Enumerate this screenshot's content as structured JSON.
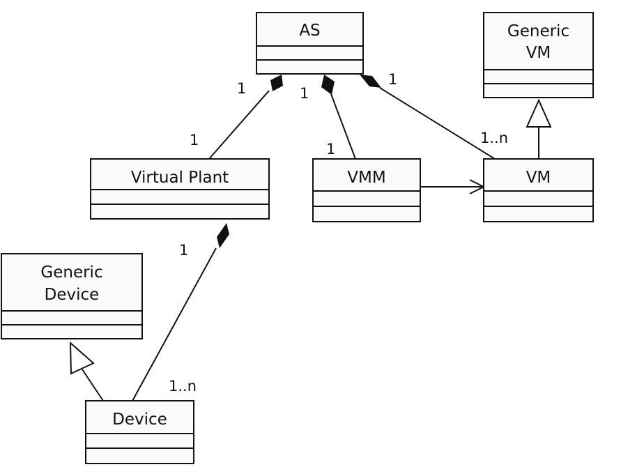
{
  "classes": {
    "as": {
      "name": [
        "AS"
      ]
    },
    "generic_vm": {
      "name": [
        "Generic",
        "VM"
      ]
    },
    "virtual_plant": {
      "name": [
        "Virtual Plant"
      ]
    },
    "vmm": {
      "name": [
        "VMM"
      ]
    },
    "vm": {
      "name": [
        "VM"
      ]
    },
    "generic_device": {
      "name": [
        "Generic",
        "Device"
      ]
    },
    "device": {
      "name": [
        "Device"
      ]
    }
  },
  "relations": {
    "as_virtual_plant": {
      "kind": "composition",
      "whole": "as",
      "part": "virtual_plant",
      "whole_mult": "1",
      "part_mult": "1"
    },
    "as_vmm": {
      "kind": "composition",
      "whole": "as",
      "part": "vmm",
      "whole_mult": "1",
      "part_mult": "1"
    },
    "as_vm": {
      "kind": "composition",
      "whole": "as",
      "part": "vm",
      "whole_mult": "1",
      "part_mult": "1..n"
    },
    "virtual_plant_device": {
      "kind": "composition",
      "whole": "virtual_plant",
      "part": "device",
      "whole_mult": "1",
      "part_mult": "1..n"
    },
    "vmm_vm": {
      "kind": "association",
      "source": "vmm",
      "target": "vm",
      "arrow": "open"
    },
    "vm_generic_vm": {
      "kind": "generalization",
      "child": "vm",
      "parent": "generic_vm"
    },
    "device_generic_device": {
      "kind": "generalization",
      "child": "device",
      "parent": "generic_device"
    }
  }
}
